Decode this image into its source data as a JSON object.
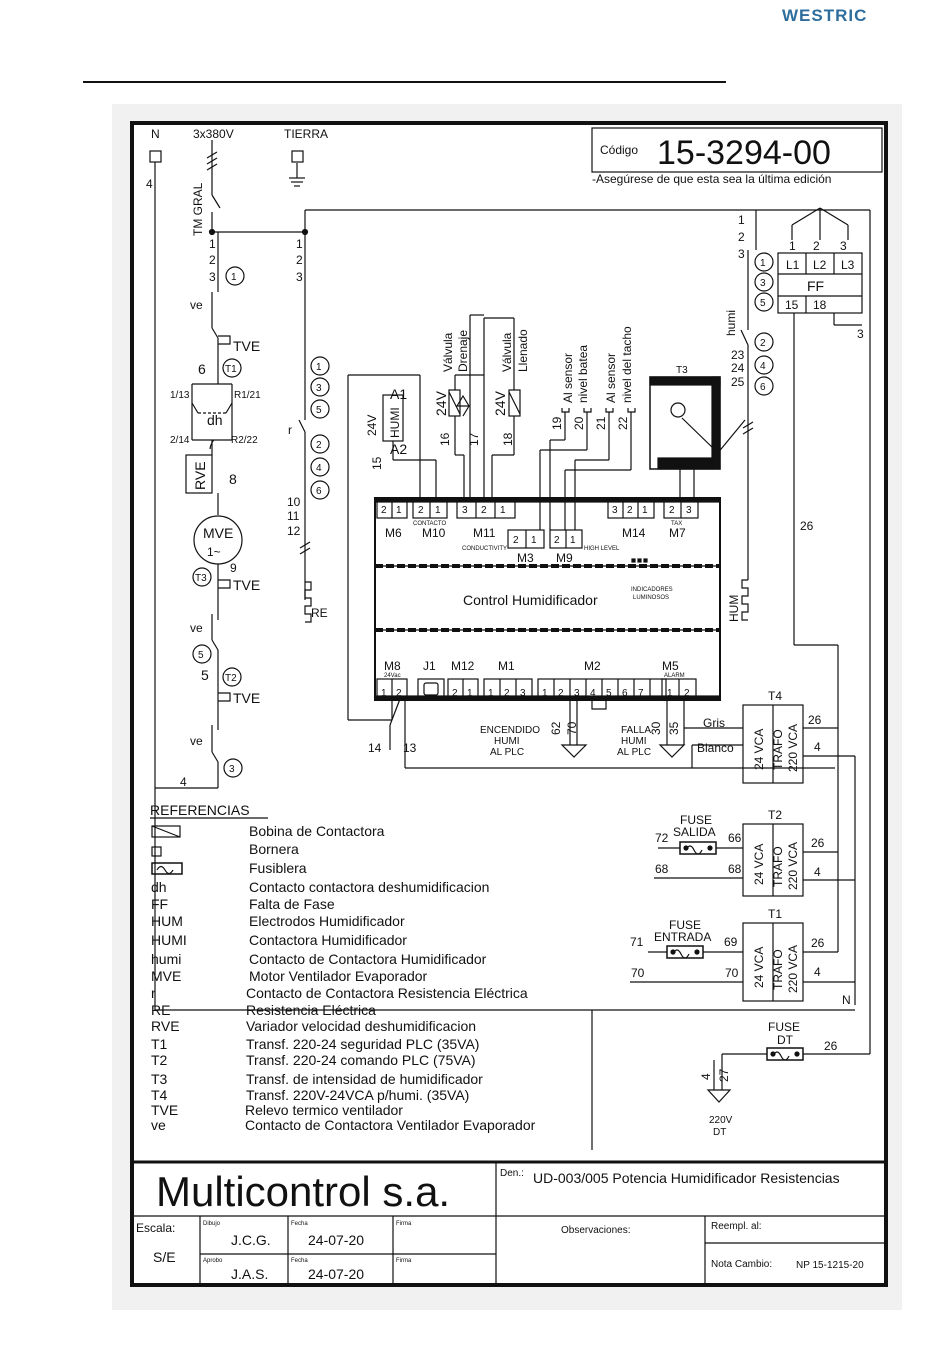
{
  "brand": "WESTRIC",
  "header": {
    "codigo_label": "Código",
    "codigo": "15-3294-00",
    "edition_note": "-Asegúrese de que esta sea la última edición"
  },
  "supply": {
    "n": "N",
    "voltage": "3x380V",
    "tierra": "TIERRA",
    "tm_gral": "TM GRAL"
  },
  "components": {
    "ve": "ve",
    "tve": "TVE",
    "dh": "dh",
    "rve": "RVE",
    "mve": "MVE",
    "mve_sub": "1~",
    "re": "RE",
    "r": "r",
    "humi_coil_a1": "A1",
    "humi_coil_a2": "A2",
    "humi_coil": "HUMI",
    "v24": "24V",
    "ff": "FF",
    "humi_small": "humi",
    "hum": "HUM",
    "t3": "T3",
    "valve_drain_1": "Válvula",
    "valve_drain_2": "Drenaje",
    "valve_fill_1": "Válvula",
    "valve_fill_2": "Llenado",
    "sensor_batea_1": "Al sensor",
    "sensor_batea_2": "nivel batea",
    "sensor_tacho_1": "Al sensor",
    "sensor_tacho_2": "nivel del tacho"
  },
  "wire_numbers": [
    "1",
    "2",
    "3",
    "4",
    "5",
    "6",
    "7",
    "8",
    "9",
    "10",
    "11",
    "12",
    "13",
    "14",
    "15",
    "16",
    "17",
    "18",
    "19",
    "20",
    "21",
    "22",
    "23",
    "24",
    "25",
    "26",
    "27",
    "30",
    "35",
    "62",
    "66",
    "68",
    "69",
    "70",
    "71",
    "72"
  ],
  "labels": {
    "r113": "1/13",
    "r121": "R1/21",
    "r214": "2/14",
    "r222": "R2/22",
    "l1": "L1",
    "l2": "L2",
    "l3": "L3",
    "f15": "15",
    "f18": "18",
    "n_end": "N"
  },
  "controller": {
    "title": "Control Humidificador",
    "top_modules": [
      "M6",
      "M10",
      "M11",
      "M3",
      "M9",
      "M14",
      "M7"
    ],
    "bottom_modules": [
      "M8",
      "J1",
      "M12",
      "M1",
      "M2",
      "M5"
    ],
    "tiny_contacto": "CONTACTO",
    "tiny_conductivity": "CONDUCTIVITY",
    "tiny_high_level": "HIGH LEVEL",
    "tiny_tax": "TAX",
    "tiny_24vac": "24Vac",
    "tiny_alarm": "ALARM",
    "indicadores_1": "INDICADORES",
    "indicadores_2": "LUMINOSOS",
    "encendido_1": "ENCENDIDO",
    "encendido_2": "HUMI",
    "encendido_3": "AL PLC",
    "falla_1": "FALLA",
    "falla_2": "HUMI",
    "falla_3": "AL PLC"
  },
  "transformers": {
    "t4": "T4",
    "t2": "T2",
    "t1": "T1",
    "v24": "24 VCA",
    "trafo": "TRAFO",
    "v220": "220 VCA",
    "gris": "Gris",
    "blanco": "Blanco",
    "fuse": "FUSE",
    "salida": "SALIDA",
    "entrada": "ENTRADA",
    "dt": "DT",
    "out_220v": "220V",
    "out_dt": "DT"
  },
  "references": {
    "title": "REFERENCIAS",
    "items": [
      {
        "k": "",
        "v": "Bobina de Contactora"
      },
      {
        "k": "",
        "v": "Bornera"
      },
      {
        "k": "",
        "v": "Fusiblera"
      },
      {
        "k": "dh",
        "v": "Contacto contactora deshumidificacion"
      },
      {
        "k": "FF",
        "v": "Falta de Fase"
      },
      {
        "k": "HUM",
        "v": "Electrodos Humidificador"
      },
      {
        "k": "HUMI",
        "v": "Contactora Humidificador"
      },
      {
        "k": "humi",
        "v": "Contacto de Contactora Humidificador"
      },
      {
        "k": "MVE",
        "v": "Motor Ventilador Evaporador"
      },
      {
        "k": "r",
        "v": "Contacto de Contactora Resistencia Eléctrica"
      },
      {
        "k": "RE",
        "v": "Resistencia Eléctrica"
      },
      {
        "k": "RVE",
        "v": "Variador velocidad deshumidificacion"
      },
      {
        "k": "T1",
        "v": "Transf. 220-24 seguridad PLC (35VA)"
      },
      {
        "k": "T2",
        "v": "Transf. 220-24 comando PLC (75VA)"
      },
      {
        "k": "T3",
        "v": "Transf. de intensidad de humidificador"
      },
      {
        "k": "T4",
        "v": "Transf. 220V-24VCA p/humi. (35VA)"
      },
      {
        "k": "TVE",
        "v": "Relevo termico ventilador"
      },
      {
        "k": "ve",
        "v": "Contacto de Contactora Ventilador Evaporador"
      }
    ]
  },
  "title_block": {
    "company": "Multicontrol s.a.",
    "den_label": "Den.:",
    "den": "UD-003/005 Potencia Humidificador Resistencias",
    "escala_label": "Escala:",
    "escala": "S/E",
    "dibujo_label": "Dibujo",
    "dibujo": "J.C.G.",
    "fecha_label": "Fecha",
    "fecha1": "24-07-20",
    "firma_label": "Firma",
    "aprobo_label": "Aprobo",
    "aprobo": "J.A.S.",
    "fecha2": "24-07-20",
    "observaciones_label": "Observaciones:",
    "reempl_label": "Reempl. al:",
    "nota_label": "Nota Cambio:",
    "nota": "NP 15-1215-20"
  }
}
